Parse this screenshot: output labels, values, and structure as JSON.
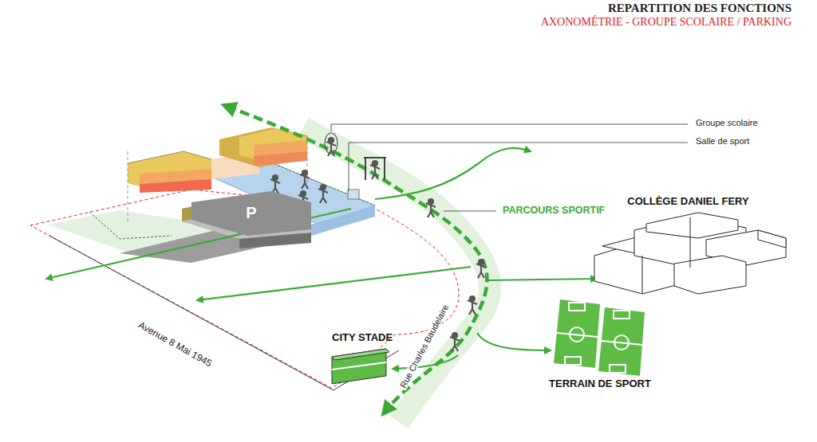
{
  "diagram": {
    "title": "REPARTITION DES FONCTIONS",
    "caption": "AXONOMÉTRIE - GROUPE SCOLAIRE / PARKING",
    "nodes": [
      {
        "text": [
          "COLLÈGE DANIEL FERY"
        ]
      },
      {
        "text": [
          "TERRAIN DE SPORT"
        ]
      },
      {
        "text": [
          "CITY STADE"
        ]
      },
      {
        "text": [
          "P"
        ]
      }
    ],
    "labels": [
      "Groupe scolaire",
      "Salle de sport",
      "PARCOURS SPORTIF",
      "Avenue 8 Mai 1945",
      "Rue Charles Baudelaire"
    ]
  }
}
